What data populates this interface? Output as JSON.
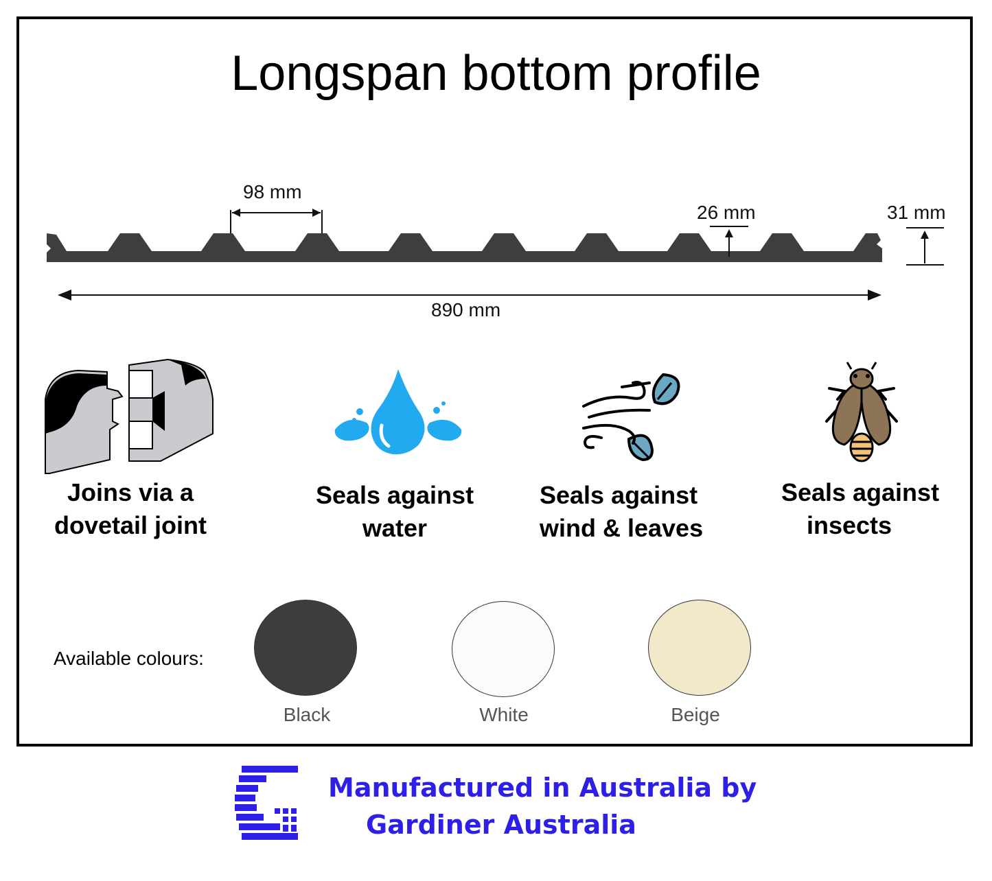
{
  "title": "Longspan bottom profile",
  "dimensions": {
    "pitch": "98 mm",
    "rib_height": "26 mm",
    "total_height": "31 mm",
    "width": "890 mm"
  },
  "features": [
    {
      "line1": "Joins via a",
      "line2": "dovetail joint",
      "icon": "dovetail-joint-icon"
    },
    {
      "line1": "Seals against",
      "line2": "water",
      "icon": "water-drop-icon"
    },
    {
      "line1": "Seals against",
      "line2": "wind & leaves",
      "icon": "wind-leaves-icon"
    },
    {
      "line1": "Seals against",
      "line2": "insects",
      "icon": "insect-icon"
    }
  ],
  "colours": {
    "label": "Available colours:",
    "items": [
      {
        "name": "Black",
        "hex": "#3d3c3f"
      },
      {
        "name": "White",
        "hex": "#fdfbfa"
      },
      {
        "name": "Beige",
        "hex": "#f2e8ca"
      }
    ]
  },
  "footer": {
    "line1": "Manufactured in Australia by",
    "line2": "Gardiner Australia",
    "brand_color": "#2e1fe6"
  }
}
